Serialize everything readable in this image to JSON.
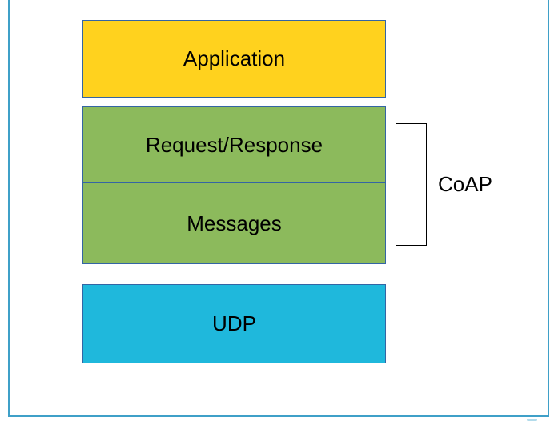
{
  "page": {
    "background": "#FFFFFF",
    "frame_color": "#3FA0C8"
  },
  "stack": {
    "border_color": "#3465A4",
    "layers": [
      {
        "id": "application",
        "label": "Application",
        "fill": "#FFD21E"
      },
      {
        "id": "request-response",
        "label": "Request/Response",
        "fill": "#8CBA5C"
      },
      {
        "id": "messages",
        "label": "Messages",
        "fill": "#8CBA5C"
      },
      {
        "id": "udp",
        "label": "UDP",
        "fill": "#1FB8DC"
      }
    ]
  },
  "bracket": {
    "label": "CoAP",
    "line_color": "#000000"
  }
}
